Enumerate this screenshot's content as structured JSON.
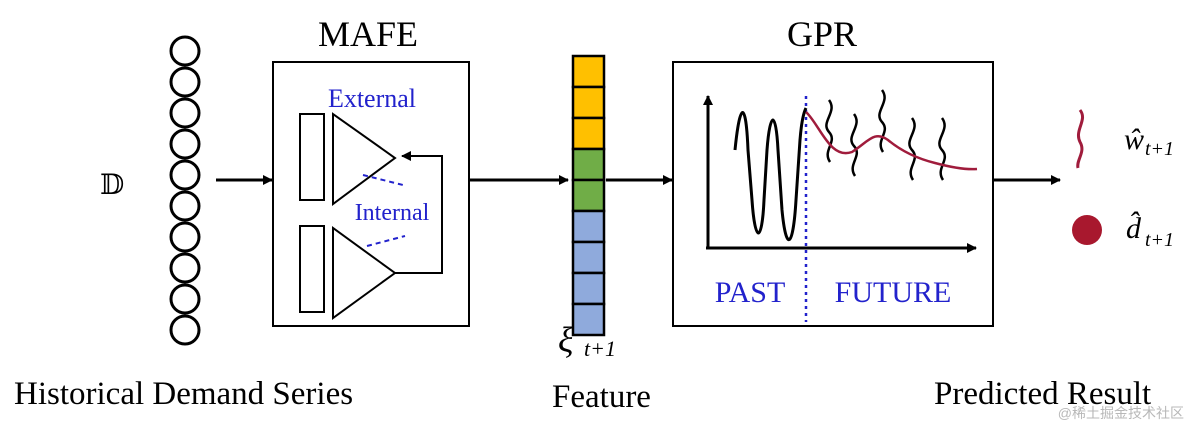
{
  "input": {
    "symbol": "𝔻",
    "caption": "Historical Demand Series",
    "circle_count": 10
  },
  "mafe": {
    "title": "MAFE",
    "external_label": "External",
    "internal_label": "Internal"
  },
  "feature": {
    "symbol": "ξ",
    "subscript": "t+1",
    "caption": "Feature",
    "cells": [
      "#FFC000",
      "#FFC000",
      "#FFC000",
      "#70AD47",
      "#70AD47",
      "#8FAADC",
      "#8FAADC",
      "#8FAADC",
      "#8FAADC"
    ]
  },
  "gpr": {
    "title": "GPR",
    "past_label": "PAST",
    "future_label": "FUTURE"
  },
  "output": {
    "w_hat": "ŵ",
    "d_hat": "d̂",
    "subscript": "t+1",
    "caption": "Predicted Result"
  },
  "watermark": "@稀土掘金技术社区",
  "colors": {
    "label_blue": "#2222CC",
    "curve_red": "#A01C3C",
    "dot_red": "#A8182E",
    "stroke": "#000000"
  }
}
